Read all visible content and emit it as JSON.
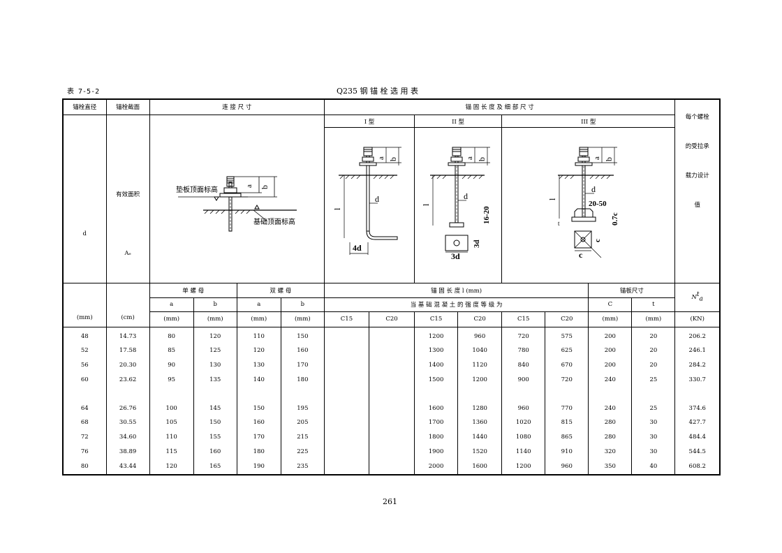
{
  "header": {
    "table_no": "表 7-5-2",
    "title": "Q235   钢   锚   栓   选   用   表",
    "page": "261"
  },
  "columns": {
    "diameter": "锚栓直径",
    "section": "锚栓截面",
    "connection": "连   接   尺   寸",
    "anchorage": "锚   固   长   度   及   细   部   尺   寸",
    "capacity_lines": [
      "每个螺栓",
      "的受拉承",
      "载力设计",
      "值"
    ],
    "effective_area": "有效面积",
    "d": "d",
    "Ae": "Aₑ",
    "type1": "I         型",
    "type2": "II         型",
    "type3": "III         型",
    "single_nut": "单   螺   母",
    "double_nut": "双   螺   母",
    "anchor_length": "锚   固   长   度   l   (mm)",
    "plate_size": "锚板尺寸",
    "a": "a",
    "b": "b",
    "concrete_grade": "当   基   础   混   凝   土   的   强   度   等   级   为",
    "c_upper": "C",
    "t": "t",
    "grades": [
      "C15",
      "C20",
      "C15",
      "C20",
      "C15",
      "C20"
    ],
    "unit_mm": "(mm)",
    "unit_cm": "(cm)",
    "unit_kn": "(KN)",
    "nat_base": "N",
    "nat_sup": "t",
    "nat_sub": "a"
  },
  "diagram_labels": {
    "plate_top": "垫板顶面标高",
    "foundation_top": "基础顶面标高",
    "a": "a",
    "b": "b",
    "l": "l",
    "d": "d",
    "4d": "4d",
    "3d": "3d",
    "16_20": "16-20",
    "20_50": "20-50",
    "0_7c": "0.7c",
    "c": "c",
    "t": "t"
  },
  "rows_group1": [
    {
      "d": "48",
      "A": "14.73",
      "a1": "80",
      "b1": "120",
      "a2": "110",
      "b2": "150",
      "l3": "1200",
      "l4": "960",
      "l5": "720",
      "l6": "575",
      "c": "200",
      "t": "20",
      "N": "206.2"
    },
    {
      "d": "52",
      "A": "17.58",
      "a1": "85",
      "b1": "125",
      "a2": "120",
      "b2": "160",
      "l3": "1300",
      "l4": "1040",
      "l5": "780",
      "l6": "625",
      "c": "200",
      "t": "20",
      "N": "246.1"
    },
    {
      "d": "56",
      "A": "20.30",
      "a1": "90",
      "b1": "130",
      "a2": "130",
      "b2": "170",
      "l3": "1400",
      "l4": "1120",
      "l5": "840",
      "l6": "670",
      "c": "200",
      "t": "20",
      "N": "284.2"
    },
    {
      "d": "60",
      "A": "23.62",
      "a1": "95",
      "b1": "135",
      "a2": "140",
      "b2": "180",
      "l3": "1500",
      "l4": "1200",
      "l5": "900",
      "l6": "720",
      "c": "240",
      "t": "25",
      "N": "330.7"
    }
  ],
  "rows_group2": [
    {
      "d": "64",
      "A": "26.76",
      "a1": "100",
      "b1": "145",
      "a2": "150",
      "b2": "195",
      "l3": "1600",
      "l4": "1280",
      "l5": "960",
      "l6": "770",
      "c": "240",
      "t": "25",
      "N": "374.6"
    },
    {
      "d": "68",
      "A": "30.55",
      "a1": "105",
      "b1": "150",
      "a2": "160",
      "b2": "205",
      "l3": "1700",
      "l4": "1360",
      "l5": "1020",
      "l6": "815",
      "c": "280",
      "t": "30",
      "N": "427.7"
    },
    {
      "d": "72",
      "A": "34.60",
      "a1": "110",
      "b1": "155",
      "a2": "170",
      "b2": "215",
      "l3": "1800",
      "l4": "1440",
      "l5": "1080",
      "l6": "865",
      "c": "280",
      "t": "30",
      "N": "484.4"
    },
    {
      "d": "76",
      "A": "38.89",
      "a1": "115",
      "b1": "160",
      "a2": "180",
      "b2": "225",
      "l3": "1900",
      "l4": "1520",
      "l5": "1140",
      "l6": "910",
      "c": "320",
      "t": "30",
      "N": "544.5"
    },
    {
      "d": "80",
      "A": "43.44",
      "a1": "120",
      "b1": "165",
      "a2": "190",
      "b2": "235",
      "l3": "2000",
      "l4": "1600",
      "l5": "1200",
      "l6": "960",
      "c": "350",
      "t": "40",
      "N": "608.2"
    }
  ]
}
